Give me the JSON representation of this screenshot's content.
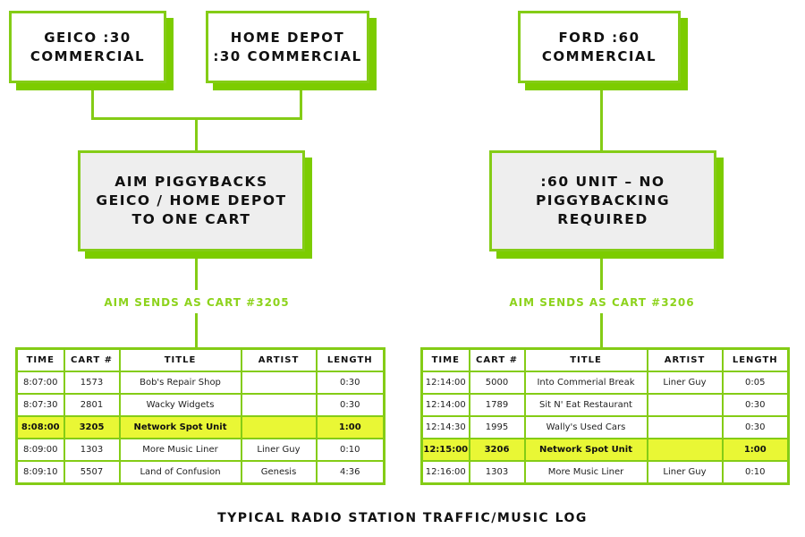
{
  "boxes": {
    "geico": "GEICO :30\nCOMMERCIAL",
    "home_depot": "HOME DEPOT\n:30 COMMERCIAL",
    "ford": "FORD :60\nCOMMERCIAL",
    "piggyback": "AIM PIGGYBACKS\nGEICO / HOME DEPOT\nTO ONE CART",
    "no_piggyback": ":60 UNIT – NO\nPIGGYBACKING\nREQUIRED"
  },
  "labels": {
    "left": "AIM SENDS AS CART #3205",
    "right": "AIM SENDS AS CART #3206"
  },
  "colors": {
    "accent": "#84cc16",
    "highlight": "#e9f735"
  },
  "tables": {
    "headers": [
      "TIME",
      "CART #",
      "TITLE",
      "ARTIST",
      "LENGTH"
    ],
    "left": [
      [
        "8:07:00",
        "1573",
        "Bob's Repair Shop",
        "",
        "0:30"
      ],
      [
        "8:07:30",
        "2801",
        "Wacky Widgets",
        "",
        "0:30"
      ],
      [
        "8:08:00",
        "3205",
        "Network Spot Unit",
        "",
        "1:00"
      ],
      [
        "8:09:00",
        "1303",
        "More Music Liner",
        "Liner Guy",
        "0:10"
      ],
      [
        "8:09:10",
        "5507",
        "Land of Confusion",
        "Genesis",
        "4:36"
      ]
    ],
    "left_highlight": 2,
    "right": [
      [
        "12:14:00",
        "5000",
        "Into Commerial Break",
        "Liner Guy",
        "0:05"
      ],
      [
        "12:14:00",
        "1789",
        "Sit N' Eat Restaurant",
        "",
        "0:30"
      ],
      [
        "12:14:30",
        "1995",
        "Wally's Used Cars",
        "",
        "0:30"
      ],
      [
        "12:15:00",
        "3206",
        "Network Spot Unit",
        "",
        "1:00"
      ],
      [
        "12:16:00",
        "1303",
        "More Music Liner",
        "Liner Guy",
        "0:10"
      ]
    ],
    "right_highlight": 3
  },
  "footer": "TYPICAL RADIO STATION TRAFFIC/MUSIC LOG"
}
